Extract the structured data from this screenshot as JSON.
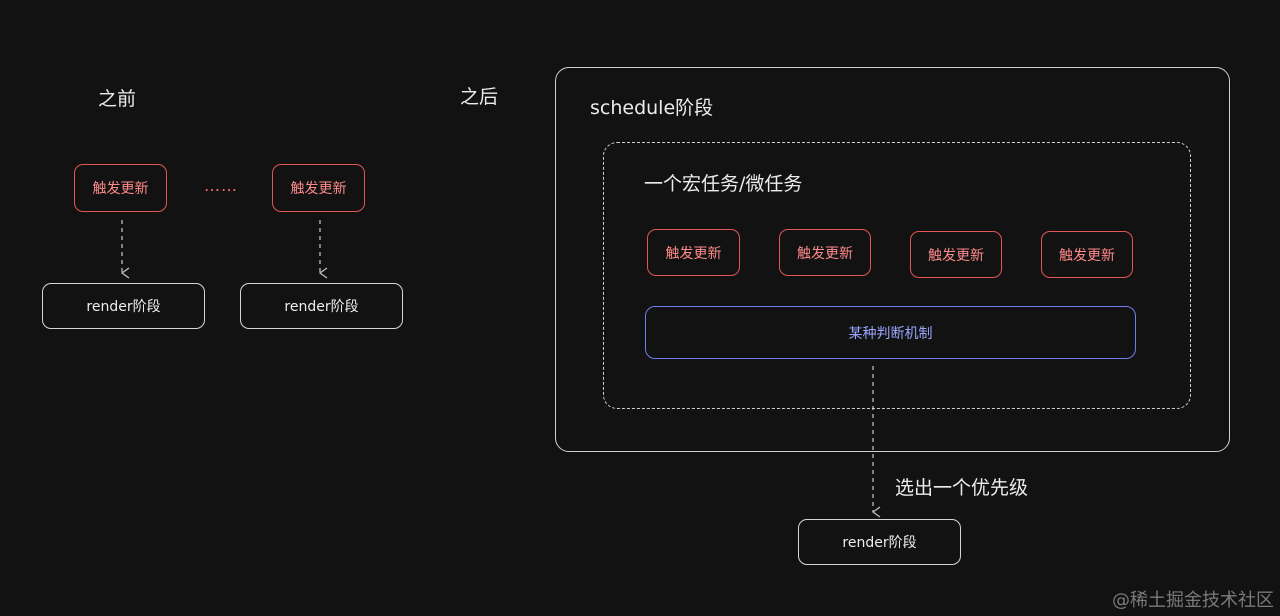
{
  "before": {
    "title": "之前",
    "trigger_label": "触发更新",
    "ellipsis": "……",
    "render_label": "render阶段"
  },
  "after": {
    "title": "之后",
    "schedule_label": "schedule阶段",
    "macrotask_label": "一个宏任务/微任务",
    "trigger_label": "触发更新",
    "mechanism_label": "某种判断机制",
    "select_label": "选出一个优先级",
    "render_label": "render阶段"
  },
  "watermark": "@稀土掘金技术社区",
  "colors": {
    "background": "#121212",
    "trigger_border": "#e05555",
    "trigger_text": "#ff8a8a",
    "mechanism_border": "#6f7ef0",
    "mechanism_text": "#9aa5ff",
    "neutral_border": "#d6d6d6"
  }
}
